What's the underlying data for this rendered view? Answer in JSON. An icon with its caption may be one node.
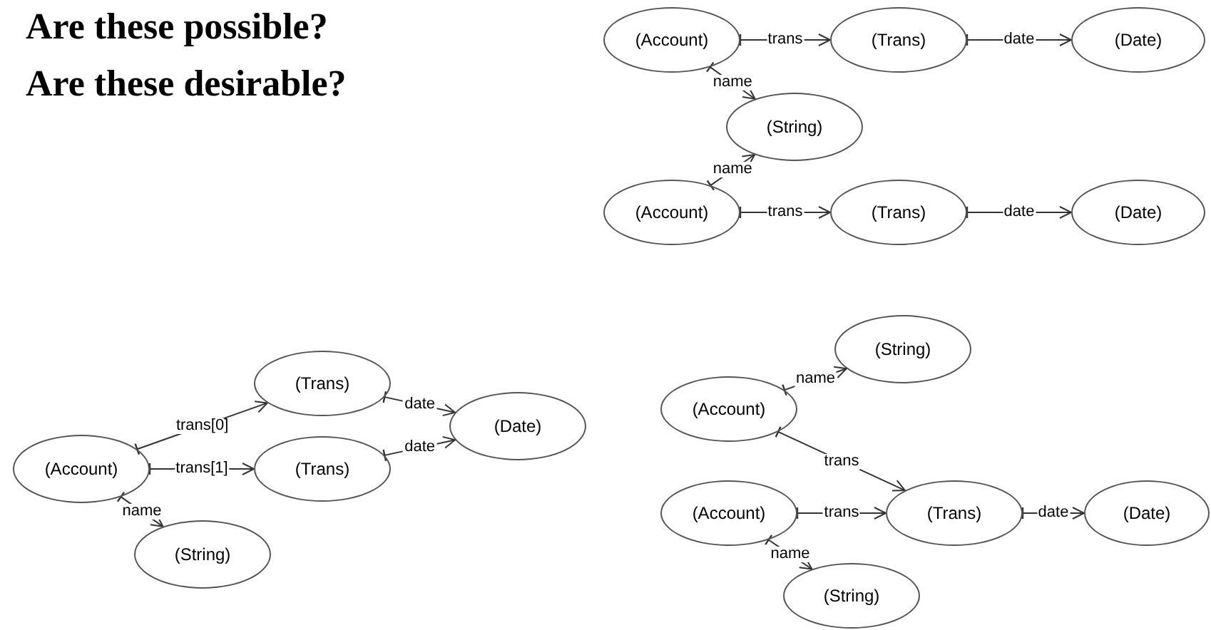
{
  "diagram": {
    "nodes": [
      {
        "text": [
          "(Account)"
        ]
      },
      {
        "text": [
          "(Trans)"
        ]
      },
      {
        "text": [
          "(Date)"
        ]
      },
      {
        "text": [
          "(String)"
        ]
      },
      {
        "text": [
          "(Account)"
        ]
      },
      {
        "text": [
          "(Trans)"
        ]
      },
      {
        "text": [
          "(Date)"
        ]
      },
      {
        "text": [
          "(Account)"
        ]
      },
      {
        "text": [
          "(Trans)"
        ]
      },
      {
        "text": [
          "(Trans)"
        ]
      },
      {
        "text": [
          "(Date)"
        ]
      },
      {
        "text": [
          "(String)"
        ]
      },
      {
        "text": [
          "(String)"
        ]
      },
      {
        "text": [
          "(Account)"
        ]
      },
      {
        "text": [
          "(Account)"
        ]
      },
      {
        "text": [
          "(Trans)"
        ]
      },
      {
        "text": [
          "(Date)"
        ]
      },
      {
        "text": [
          "(String)"
        ]
      }
    ],
    "edges": [
      {
        "from": 0,
        "to": 1,
        "arrow": "to",
        "label": "trans"
      },
      {
        "from": 1,
        "to": 2,
        "arrow": "to",
        "label": "date"
      },
      {
        "from": 0,
        "to": 3,
        "arrow": "to",
        "label": "name"
      },
      {
        "from": 4,
        "to": 3,
        "arrow": "to",
        "label": "name"
      },
      {
        "from": 4,
        "to": 5,
        "arrow": "to",
        "label": "trans"
      },
      {
        "from": 5,
        "to": 6,
        "arrow": "to",
        "label": "date"
      },
      {
        "from": 7,
        "to": 8,
        "arrow": "to",
        "label": "trans[0]"
      },
      {
        "from": 7,
        "to": 9,
        "arrow": "to",
        "label": "trans[1]"
      },
      {
        "from": 8,
        "to": 10,
        "arrow": "to",
        "label": "date"
      },
      {
        "from": 9,
        "to": 10,
        "arrow": "to",
        "label": "date"
      },
      {
        "from": 7,
        "to": 11,
        "arrow": "to",
        "label": "name"
      },
      {
        "from": 13,
        "to": 12,
        "arrow": "to",
        "label": "name"
      },
      {
        "from": 13,
        "to": 15,
        "arrow": "to",
        "label": "trans"
      },
      {
        "from": 14,
        "to": 15,
        "arrow": "to",
        "label": "trans"
      },
      {
        "from": 15,
        "to": 16,
        "arrow": "to",
        "label": "date"
      },
      {
        "from": 14,
        "to": 17,
        "arrow": "to",
        "label": "name"
      }
    ],
    "labels": [
      "Are these possible?",
      "Are these desirable?"
    ]
  }
}
